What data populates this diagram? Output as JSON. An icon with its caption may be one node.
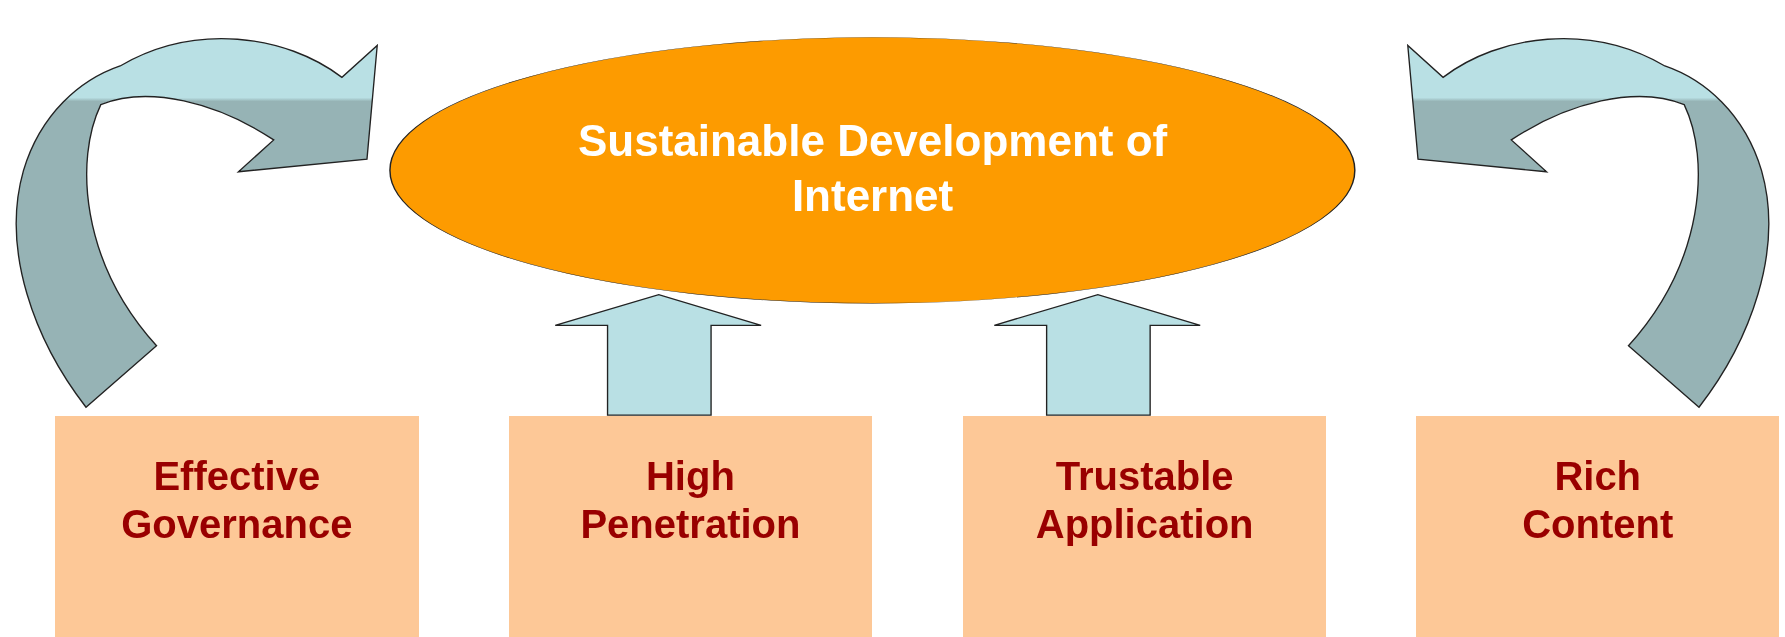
{
  "diagram": {
    "nodes": [
      {
        "text": [
          "Sustainable Development of Internet"
        ]
      },
      {
        "text": [
          "Effective Governance"
        ]
      },
      {
        "text": [
          "High Penetration"
        ]
      },
      {
        "text": [
          "Trustable Application"
        ]
      },
      {
        "text": [
          "Rich Content"
        ]
      }
    ],
    "edges": [
      {
        "from": 1,
        "to": 0,
        "arrow": "to"
      },
      {
        "from": 2,
        "to": 0,
        "arrow": "to"
      },
      {
        "from": 3,
        "to": 0,
        "arrow": "to"
      },
      {
        "from": 4,
        "to": 0,
        "arrow": "to"
      }
    ]
  }
}
